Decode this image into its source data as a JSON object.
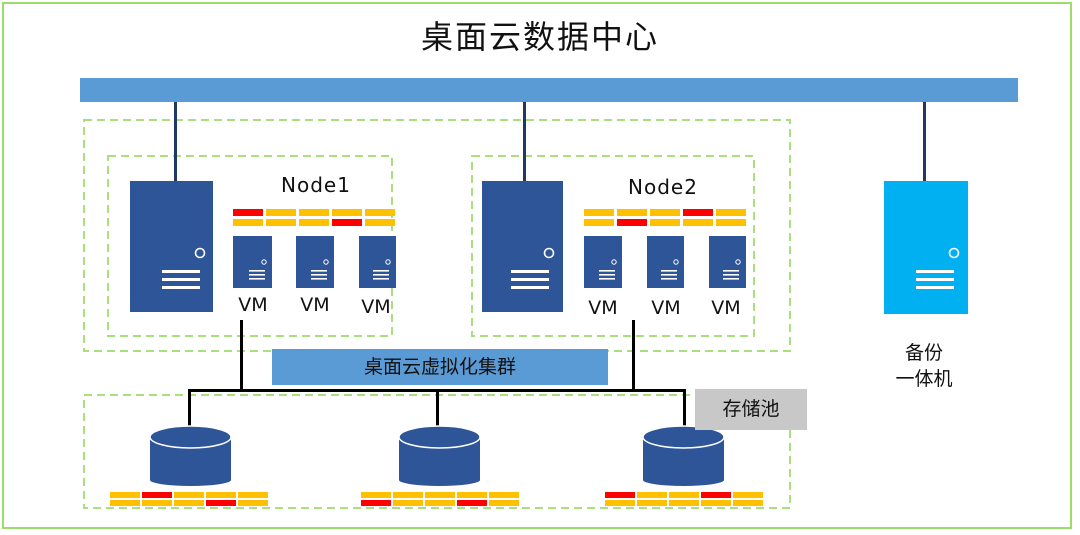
{
  "title": "桌面云数据中心",
  "nodes": [
    {
      "label": "Node1",
      "vms": [
        "VM",
        "VM",
        "VM"
      ]
    },
    {
      "label": "Node2",
      "vms": [
        "VM",
        "VM",
        "VM"
      ]
    }
  ],
  "cluster_label": "桌面云虚拟化集群",
  "storage_pool_label": "存储池",
  "backup": {
    "line1": "备份",
    "line2": "一体机"
  },
  "colors": {
    "frame_border": "#9ddc6a",
    "dashed_border": "#a9df7e",
    "network_bar": "#5b9bd5",
    "server": "#2e5597",
    "backup_server": "#00b0f0",
    "disk": "#2e5597",
    "status_yellow": "#ffc000",
    "status_red": "#ff0000",
    "connector_dark": "#1f3864",
    "connector_black": "#000000"
  },
  "icons": [
    "server-icon",
    "vm-icon",
    "disk-icon",
    "backup-server-icon"
  ]
}
